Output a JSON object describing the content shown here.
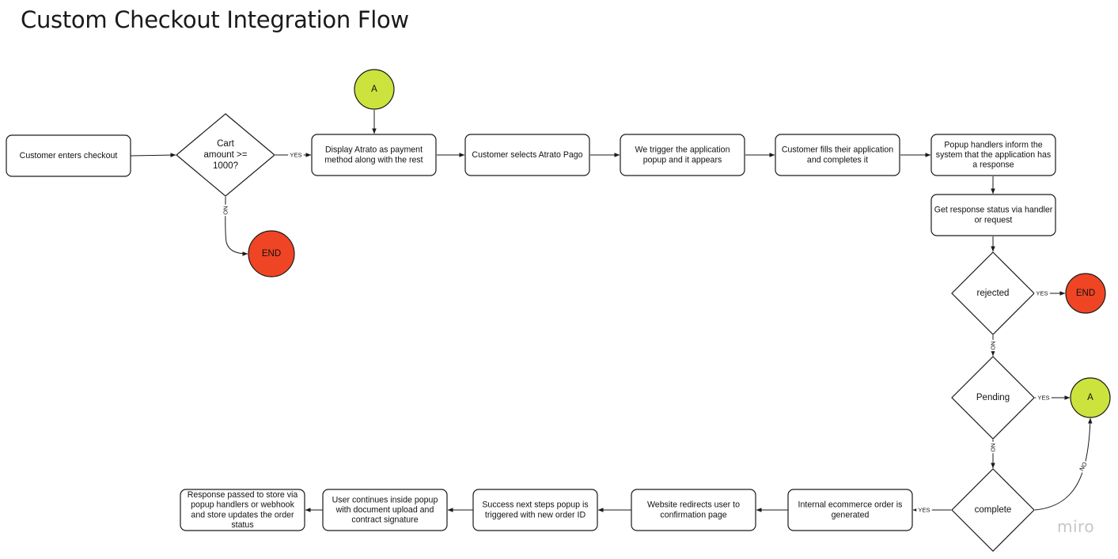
{
  "title": "Custom Checkout Integration Flow",
  "brand": "miro",
  "colors": {
    "end": "#f04524",
    "connector": "#cbe33c",
    "stroke": "#1a1a1a",
    "fill": "#ffffff"
  },
  "nodes": {
    "enters": {
      "kind": "process",
      "lines": [
        "Customer enters checkout"
      ]
    },
    "cart": {
      "kind": "decision",
      "lines": [
        "Cart",
        "amount >=",
        "1000?"
      ]
    },
    "display": {
      "kind": "process",
      "lines": [
        "Display Atrato as payment",
        "method along with the rest"
      ]
    },
    "selects": {
      "kind": "process",
      "lines": [
        "Customer selects Atrato Pago"
      ]
    },
    "trigger": {
      "kind": "process",
      "lines": [
        "We trigger the application",
        "popup and it appears"
      ]
    },
    "fills": {
      "kind": "process",
      "lines": [
        "Customer fills their application",
        "and completes it"
      ]
    },
    "handlers": {
      "kind": "process",
      "lines": [
        "Popup handlers inform the",
        "system that the application has",
        "a response"
      ]
    },
    "status": {
      "kind": "process",
      "lines": [
        "Get response status via handler",
        "or request"
      ]
    },
    "rejected": {
      "kind": "decision",
      "lines": [
        "rejected"
      ]
    },
    "pending": {
      "kind": "decision",
      "lines": [
        "Pending"
      ]
    },
    "complete": {
      "kind": "decision",
      "lines": [
        "complete"
      ]
    },
    "internal": {
      "kind": "process",
      "lines": [
        "Internal ecommerce order is",
        "generated"
      ]
    },
    "redirect": {
      "kind": "process",
      "lines": [
        "Website redirects user to",
        "confirmation page"
      ]
    },
    "success": {
      "kind": "process",
      "lines": [
        "Success next steps popup is",
        "triggered with new order ID"
      ]
    },
    "continues": {
      "kind": "process",
      "lines": [
        "User continues inside popup",
        "with document upload and",
        "contract signature"
      ]
    },
    "passed": {
      "kind": "process",
      "lines": [
        "Response passed to store via",
        "popup handlers or webhook",
        "and store updates the order",
        "status"
      ]
    },
    "end1": {
      "kind": "end",
      "lines": [
        "END"
      ]
    },
    "end2": {
      "kind": "end",
      "lines": [
        "END"
      ]
    },
    "a_top": {
      "kind": "connector",
      "lines": [
        "A"
      ]
    },
    "a_right": {
      "kind": "connector",
      "lines": [
        "A"
      ]
    }
  },
  "edge_labels": {
    "cart_yes": "YES",
    "cart_no": "NO",
    "rejected_yes": "YES",
    "rejected_no": "NO",
    "pending_yes": "YES",
    "pending_no": "NO",
    "complete_yes": "YES",
    "complete_no": "NO"
  }
}
